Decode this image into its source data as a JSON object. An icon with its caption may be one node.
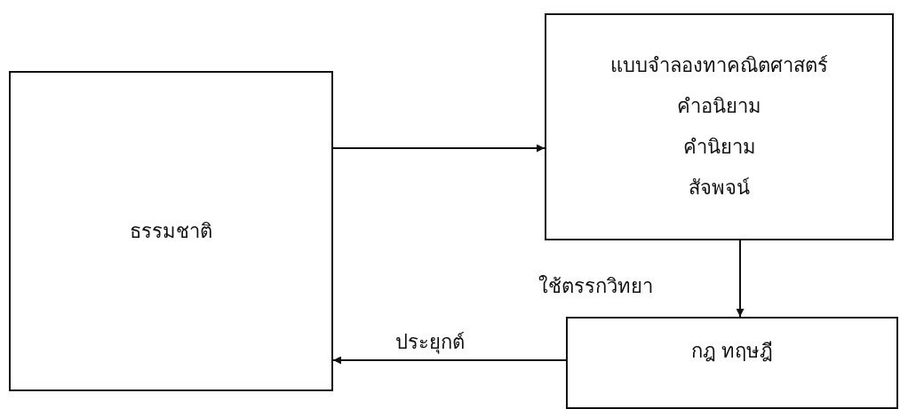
{
  "diagram": {
    "nodes": [
      {
        "text": [
          "ธรรมชาติ"
        ]
      },
      {
        "text": [
          "แบบจำลองทาคณิตศาสตร์",
          "คำอนิยาม",
          "คำนิยาม",
          "สัจพจน์"
        ]
      },
      {
        "text": [
          "กฎ ทฤษฎี"
        ]
      }
    ],
    "edges": [
      {
        "from": 0,
        "to": 1,
        "arrow": "to"
      },
      {
        "from": 1,
        "to": 2,
        "arrow": "to",
        "label": "ใช้ตรรกวิทยา"
      },
      {
        "from": 2,
        "to": 0,
        "arrow": "to",
        "label": "ประยุกต์"
      }
    ]
  }
}
